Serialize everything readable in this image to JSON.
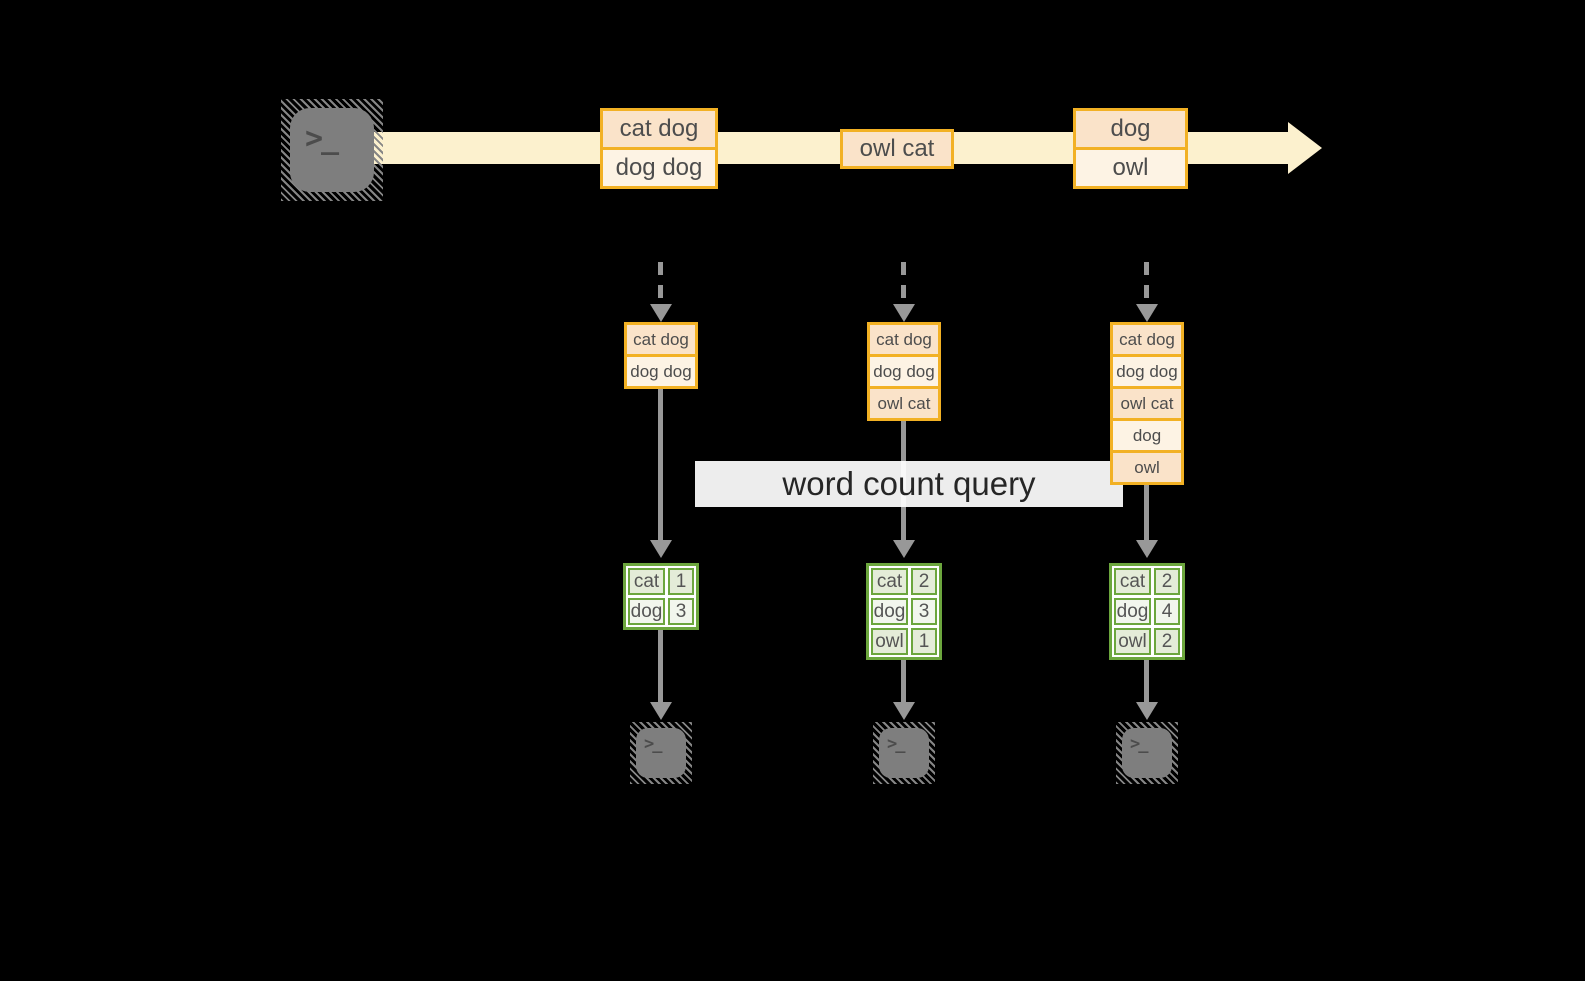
{
  "query_label": "word count query",
  "terminal_glyph": ">_",
  "stream": {
    "events": [
      {
        "rows": [
          "cat dog",
          "dog dog"
        ]
      },
      {
        "rows": [
          "owl cat"
        ]
      },
      {
        "rows": [
          "dog",
          "owl"
        ]
      }
    ]
  },
  "windows": [
    {
      "cells": [
        "cat dog",
        "dog dog"
      ]
    },
    {
      "cells": [
        "cat dog",
        "dog dog",
        "owl cat"
      ]
    },
    {
      "cells": [
        "cat dog",
        "dog dog",
        "owl cat",
        "dog",
        "owl"
      ]
    }
  ],
  "count_tables": [
    {
      "rows": [
        [
          "cat",
          "1"
        ],
        [
          "dog",
          "3"
        ]
      ]
    },
    {
      "rows": [
        [
          "cat",
          "2"
        ],
        [
          "dog",
          "3"
        ],
        [
          "owl",
          "1"
        ]
      ]
    },
    {
      "rows": [
        [
          "cat",
          "2"
        ],
        [
          "dog",
          "4"
        ],
        [
          "owl",
          "2"
        ]
      ]
    }
  ],
  "colors": {
    "background": "#000000",
    "stream_band": "#FCF1CE",
    "event_border": "#F2B124",
    "event_fill_dark": "#FAE3C9",
    "event_fill_light": "#FDF3E4",
    "table_border": "#6CA63D",
    "table_row_dark": "#E4ECD8",
    "table_row_light": "#F2F6ED",
    "arrow": "#989898",
    "terminal": "#7E7E7E",
    "query_band": "#FFFFFF"
  }
}
